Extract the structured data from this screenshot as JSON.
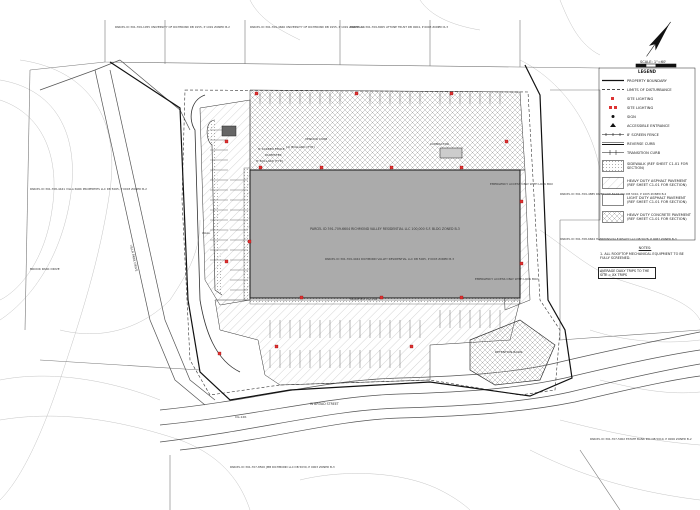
{
  "legend": {
    "title": "LEGEND",
    "items": [
      {
        "label": "PROPERTY BOUNDARY",
        "kind": "line-heavy"
      },
      {
        "label": "LIMITS OF DISTURBANCE",
        "kind": "line-dash"
      },
      {
        "label": "SITE LIGHTING",
        "kind": "light"
      },
      {
        "label": "SITE LIGHTING",
        "kind": "light2"
      },
      {
        "label": "SIGN",
        "kind": "sign"
      },
      {
        "label": "ACCESSIBLE ENTRANCE",
        "kind": "entrance"
      },
      {
        "label": "8' SCREEN FENCE",
        "kind": "fence"
      },
      {
        "label": "REVERSE CURB",
        "kind": "curb"
      },
      {
        "label": "TRANSITION CURB",
        "kind": "tcurb"
      },
      {
        "label": "SIDEWALK (REF SHEET C1.01 FOR SECTION)",
        "kind": "dots"
      },
      {
        "label": "HEAVY DUTY ASPHALT PAVEMENT (REF SHEET C1.01 FOR SECTION)",
        "kind": "hatch-light"
      },
      {
        "label": "LIGHT DUTY ASPHALT PAVEMENT (REF SHEET C1.01 FOR SECTION)",
        "kind": "plain"
      },
      {
        "label": "HEAVY DUTY CONCRETE PAVEMENT (REF SHEET C1.01 FOR SECTION)",
        "kind": "hatch-dark"
      }
    ]
  },
  "notes": {
    "title": "NOTES:",
    "items": [
      "1. ALL ROOFTOP MECHANICAL EQUIPMENT TO BE FULLY SCREENED."
    ]
  },
  "trips_box": "AVERAGE DAILY TRIPS TO THE SITE = XX TRIPS",
  "scale_label": "SCALE: 1\"=60'",
  "building": {
    "label": "PARCEL ID 391-709-6604 RICHMOND VALLEY RESIDENTIAL LLC 100,000 S.F. BLDG ZONED B-3",
    "door_label_right": "EMERGENCY ACCESS ONLY WITH LOCK BOX",
    "door_label_top": "EMERGENCY ACCESS ONLY WITH LOCK BOX"
  },
  "site_labels": [
    "VENDOR CURB",
    "8' SCREEN FENCE",
    "DUMPSTER",
    "COMPACTOR",
    "8' BOLLARD (TYP.)",
    "(1) BOLLARD (TYP.)",
    "MODIFIED CG-12R",
    "RETENTION BASIN",
    "WALL",
    "CG-12R"
  ],
  "parcels": [
    {
      "text": "PARCEL ID 391-709-1055 UNIVERSITY OF RICHMOND DB 9155, P 1091 ZONED B-2"
    },
    {
      "text": "PARCEL ID 391-709-4666 UNIVERSITY OF RICHMOND DB 9155, P 1091 ZONED A-1"
    },
    {
      "text": "PARCEL ID 391-709-8005 ATTUNE TRUST DB 9004, P 0003 ZONED R-3"
    },
    {
      "text": "PARCEL ID 391-708-4441 VILLA PARK PROPERTIES LLC DB 5065, P 0003 ZONED B-2"
    },
    {
      "text": "PARCEL ID 391-709-4044 RICHMOND VALLEY RESIDENTIAL LLC DB 5065, P 0003 ZONED B-3"
    },
    {
      "text": "PARCEL ID 391-709-4885 RIVERSIDE BANK INC DB 5010, P 1005 ZONED B-2"
    },
    {
      "text": "PARCEL ID 391-707-8500 JMB RICHMOND LLC DB 5030, P 0003 ZONED B-3"
    },
    {
      "text": "PARCEL ID 391-707-5002 ESTATE BANK INC DB 5010, P 0006 ZONED B-2"
    },
    {
      "text": "PARCEL ID 391-708-6664 HAMMONSVILLE REALTY LLC DB 5078, P 0087 ZONED B-3"
    }
  ],
  "roads": [
    "VILLA PARK DRIVE",
    "BROOK PARK DRIVE",
    "W BROAD STREET"
  ]
}
